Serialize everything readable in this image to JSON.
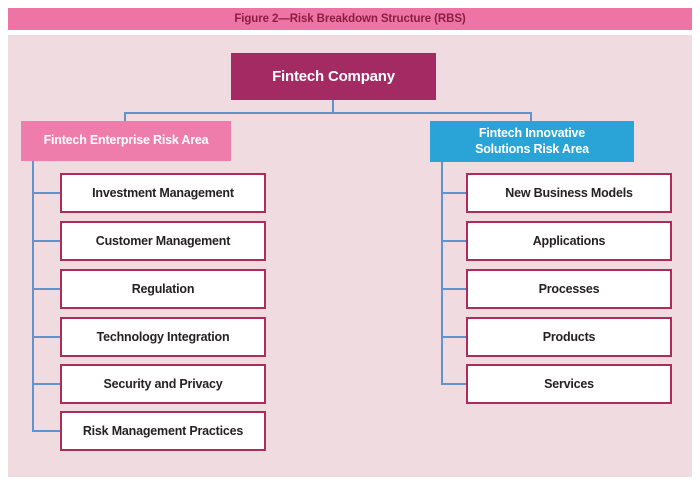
{
  "figure": {
    "title": "Figure 2—Risk Breakdown Structure (RBS)"
  },
  "root": {
    "label": "Fintech Company"
  },
  "left_group": {
    "header": "Fintech Enterprise Risk Area",
    "items": [
      "Investment Management",
      "Customer Management",
      "Regulation",
      "Technology Integration",
      "Security and Privacy",
      "Risk Management Practices"
    ]
  },
  "right_group": {
    "header": "Fintech Innovative Solutions Risk Area",
    "header_lines": [
      "Fintech Innovative",
      "Solutions Risk Area"
    ],
    "items": [
      "New Business Models",
      "Applications",
      "Processes",
      "Products",
      "Services"
    ]
  },
  "colors": {
    "page_bg": "#ffffff",
    "title_bar_bg": "#ee74a5",
    "title_text": "#8a1e42",
    "main_bg": "#f0dbe1",
    "root_bg": "#a32a63",
    "left_header_bg": "#ef7dac",
    "right_header_bg": "#2aa3d7",
    "child_border": "#ac2d59",
    "child_text": "#272122",
    "connector": "#5f94cf"
  }
}
